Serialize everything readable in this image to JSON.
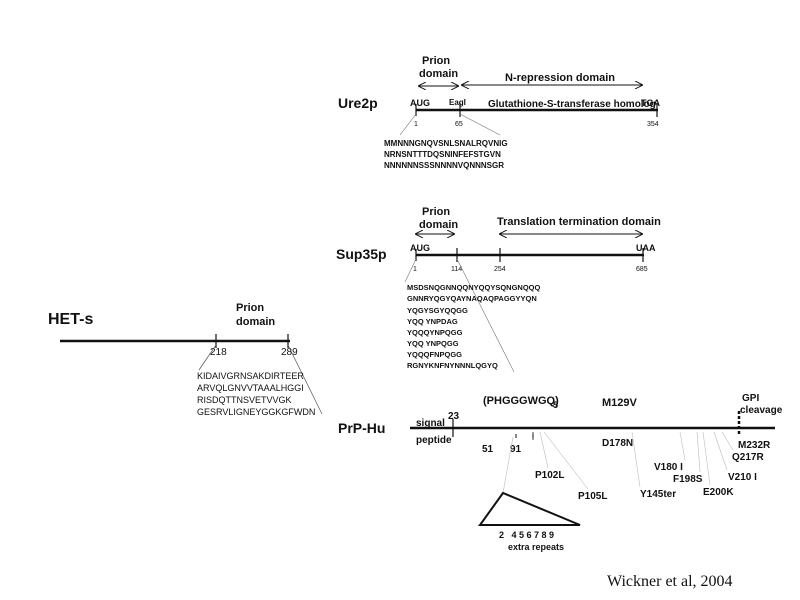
{
  "ure2p": {
    "name": "Ure2p",
    "prion_domain_label": [
      "Prion",
      "domain"
    ],
    "n_repression_label": "N-repression domain",
    "aug": "AUG",
    "eagi": "EagI",
    "gst_label": "Glutathione-S-transferase homolog",
    "tga": "TGA",
    "pos_start": "1",
    "pos_mid": "65",
    "pos_end": "354",
    "sequence": [
      "MMNNNGNQVSNLSNALRQVNIG",
      "NRNSNTTTDQSNINFEFSTGVN",
      "NNNNNNSSSNNNNVQNNNSGR"
    ]
  },
  "sup35p": {
    "name": "Sup35p",
    "prion_domain_label": [
      "Prion",
      "domain"
    ],
    "translation_label": "Translation termination domain",
    "aug": "AUG",
    "uaa": "UAA",
    "pos_start": "1",
    "pos_114": "114",
    "pos_254": "254",
    "pos_end": "685",
    "sequence": [
      "MSDSNQGNNQQNYQQYSQNGNQQQ",
      "GNNRYQGYQAYNAQAQPAGGYYQN",
      "YQGYSGYQQGG",
      "YQQ YNPDAG",
      "YQQQYNPQGG",
      "YQQ YNPQGG",
      "YQQQFNPQGG",
      "RGNYKNFNYNNNLQGYQ"
    ]
  },
  "hets": {
    "name": "HET-s",
    "prion_domain_label": [
      "Prion",
      "domain"
    ],
    "pos_218": "218",
    "pos_289": "289",
    "sequence": [
      "KIDAIVGRNSAKDIRTEER",
      "ARVQLGNVVTAAALHGGI",
      "RISDQTTNSVETVVGK",
      "GESRVLIGNEYGGKGFWDN"
    ]
  },
  "prp": {
    "name": "PrP-Hu",
    "repeat_label": "(PHGGGWGQ)",
    "repeat_sub": "5",
    "m129v": "M129V",
    "gpi_label": [
      "GPI",
      "cleavage"
    ],
    "signal_label": [
      "signal",
      "peptide"
    ],
    "pos_23": "23",
    "pos_51": "51",
    "pos_91": "91",
    "mutations": {
      "d178n": "D178N",
      "m232r": "M232R",
      "q217r": "Q217R",
      "v180i": "V180 I",
      "f198s": "F198S",
      "v210i": "V210 I",
      "e200k": "E200K",
      "p102l": "P102L",
      "p105l": "P105L",
      "y145ter": "Y145ter"
    },
    "extra_repeat_numbers": "2   4 5 6 7 8 9",
    "extra_repeats_label": "extra repeats"
  },
  "citation": "Wickner et al, 2004"
}
